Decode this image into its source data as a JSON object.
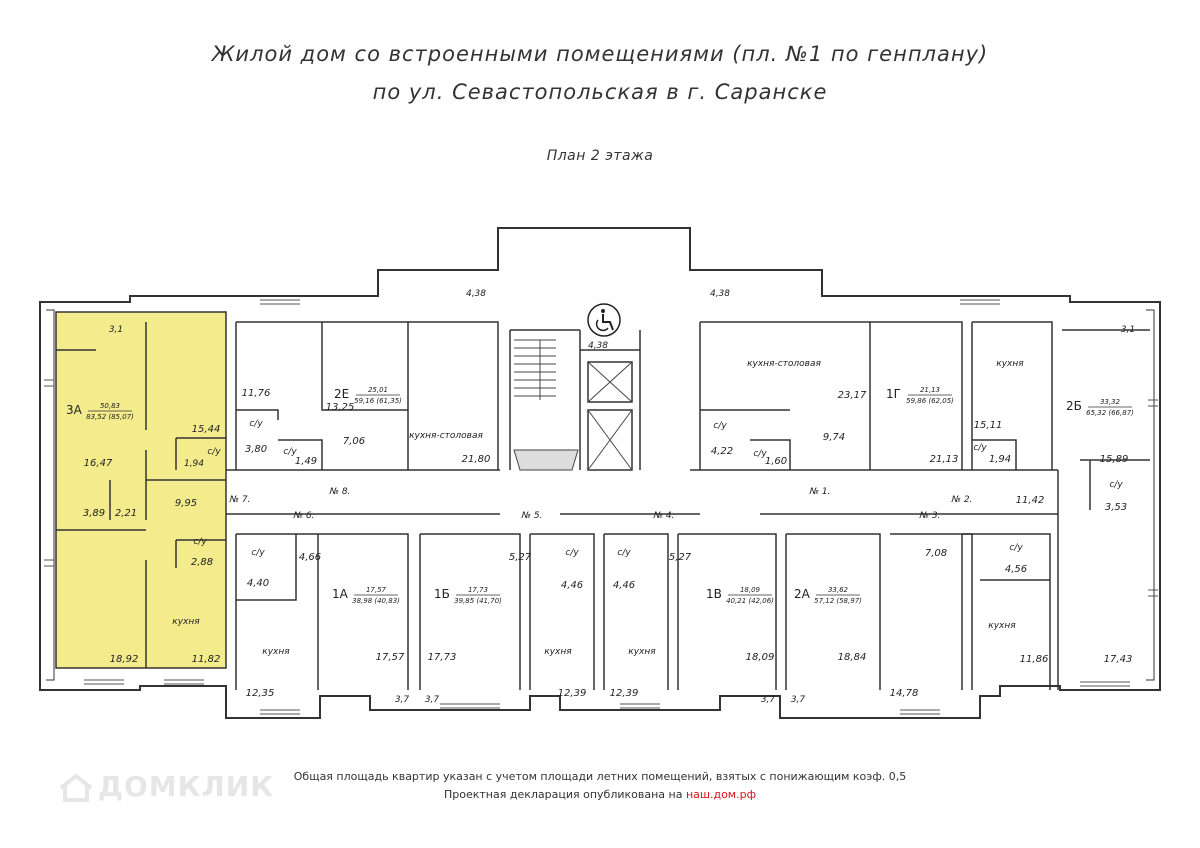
{
  "header": {
    "title_line1": "Жилой дом со встроенными помещениями (пл. №1 по генплану)",
    "title_line2": "по ул. Севастопольская в г. Саранске",
    "subtitle": "План 2 этажа"
  },
  "highlight_color": "#f4ec8c",
  "apartments": [
    {
      "code": "3А",
      "living": "50,83",
      "total": "83,52 (85,07)",
      "highlighted": true
    },
    {
      "code": "2Е",
      "living": "25,01",
      "total": "59,16 (61,35)"
    },
    {
      "code": "1Г",
      "living": "21,13",
      "total": "59,86 (62,05)"
    },
    {
      "code": "2Б",
      "living": "33,32",
      "total": "65,32 (66,87)"
    },
    {
      "code": "1А",
      "living": "17,57",
      "total": "38,98 (40,83)"
    },
    {
      "code": "1Б",
      "living": "17,73",
      "total": "39,85 (41,70)"
    },
    {
      "code": "1В",
      "living": "18,09",
      "total": "40,21 (42,06)"
    },
    {
      "code": "2А",
      "living": "33,62",
      "total": "57,12 (58,97)"
    }
  ],
  "room_labels": [
    {
      "text": "3,1"
    },
    {
      "text": "15,44"
    },
    {
      "text": "16,47"
    },
    {
      "text": "1,94"
    },
    {
      "text": "с/у"
    },
    {
      "text": "9,95"
    },
    {
      "text": "3,89"
    },
    {
      "text": "2,21"
    },
    {
      "text": "с/у"
    },
    {
      "text": "2,88"
    },
    {
      "text": "кухня"
    },
    {
      "text": "18,92"
    },
    {
      "text": "11,82"
    },
    {
      "text": "4,38"
    },
    {
      "text": "11,76"
    },
    {
      "text": "13,25"
    },
    {
      "text": "с/у"
    },
    {
      "text": "3,80"
    },
    {
      "text": "с/у"
    },
    {
      "text": "1,49"
    },
    {
      "text": "7,06"
    },
    {
      "text": "кухня-столовая"
    },
    {
      "text": "21,80"
    },
    {
      "text": "4,38"
    },
    {
      "text": "4,38"
    },
    {
      "text": "кухня-столовая"
    },
    {
      "text": "23,17"
    },
    {
      "text": "с/у"
    },
    {
      "text": "4,22"
    },
    {
      "text": "с/у"
    },
    {
      "text": "1,60"
    },
    {
      "text": "9,74"
    },
    {
      "text": "21,13"
    },
    {
      "text": "кухня"
    },
    {
      "text": "15,11"
    },
    {
      "text": "с/у"
    },
    {
      "text": "1,94"
    },
    {
      "text": "3,1"
    },
    {
      "text": "15,89"
    },
    {
      "text": "с/у"
    },
    {
      "text": "3,53"
    },
    {
      "text": "11,42"
    },
    {
      "text": "с/у"
    },
    {
      "text": "4,66"
    },
    {
      "text": "4,40"
    },
    {
      "text": "кухня"
    },
    {
      "text": "12,35"
    },
    {
      "text": "17,57"
    },
    {
      "text": "5,27"
    },
    {
      "text": "с/у"
    },
    {
      "text": "4,46"
    },
    {
      "text": "17,73"
    },
    {
      "text": "кухня"
    },
    {
      "text": "12,39"
    },
    {
      "text": "с/у"
    },
    {
      "text": "5,27"
    },
    {
      "text": "4,46"
    },
    {
      "text": "кухня"
    },
    {
      "text": "12,39"
    },
    {
      "text": "18,09"
    },
    {
      "text": "18,84"
    },
    {
      "text": "7,08"
    },
    {
      "text": "с/у"
    },
    {
      "text": "4,56"
    },
    {
      "text": "кухня"
    },
    {
      "text": "11,86"
    },
    {
      "text": "14,78"
    },
    {
      "text": "17,43"
    },
    {
      "text": "3,7"
    },
    {
      "text": "3,7"
    },
    {
      "text": "3,7"
    },
    {
      "text": "3,7"
    }
  ],
  "section_numbers": [
    "№ 7.",
    "№ 8.",
    "№ 1.",
    "№ 2.",
    "№ 6.",
    "№ 5.",
    "№ 4.",
    "№ 3."
  ],
  "footer": {
    "line1": "Общая площадь квартир указан с учетом площади летних помещений, взятых с понижающим коэф. 0,5",
    "line2_prefix": "Проектная декларация опубликована на ",
    "line2_link": "наш.дом.рф"
  },
  "watermark": "ДОМКЛИК",
  "icons": [
    "wheelchair-icon",
    "elevator-icon",
    "stairs-icon",
    "domclick-house-icon"
  ]
}
